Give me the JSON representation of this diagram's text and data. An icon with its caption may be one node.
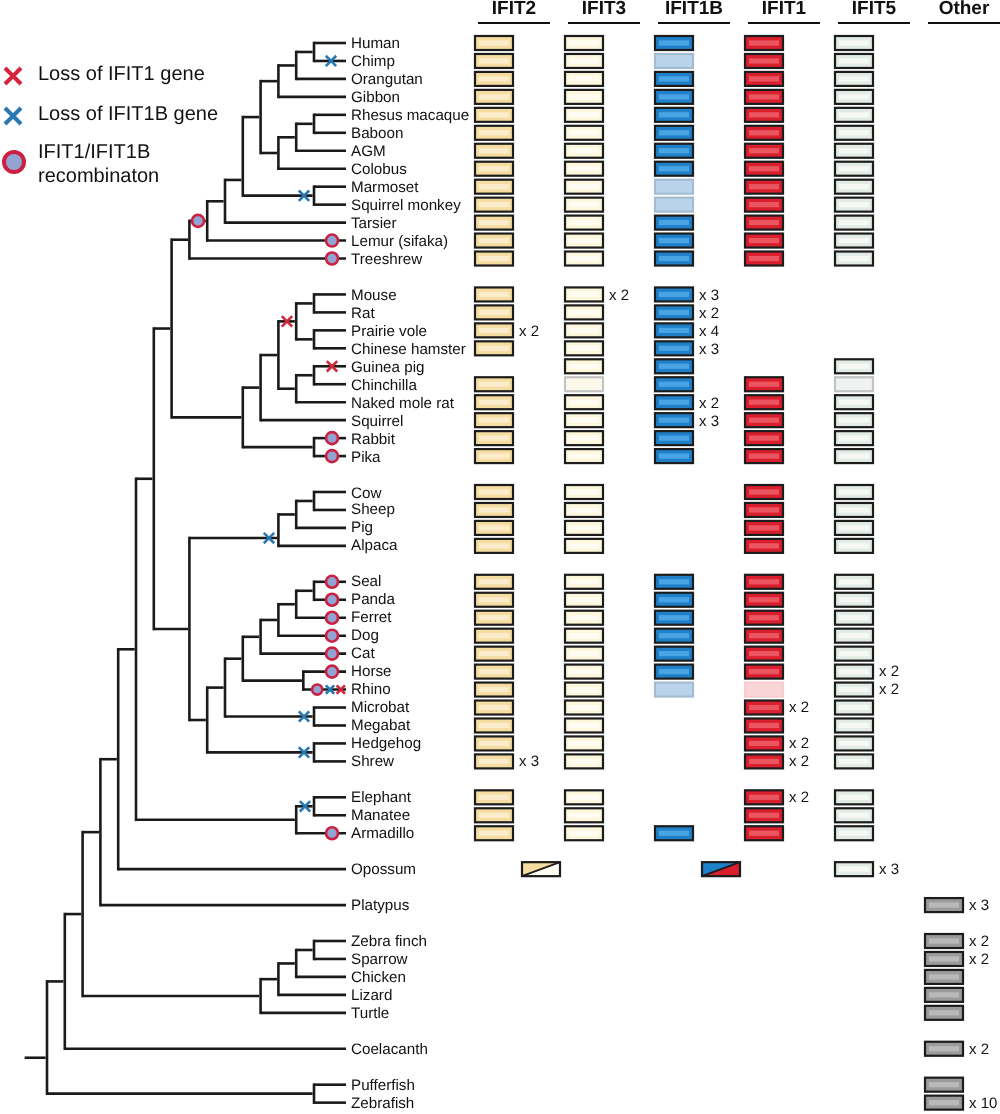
{
  "diagram": {
    "nodes": [
      {
        "text": [
          "Human"
        ]
      },
      {
        "text": [
          "Chimp"
        ]
      },
      {
        "text": [
          "Orangutan"
        ]
      },
      {
        "text": [
          "Gibbon"
        ]
      },
      {
        "text": [
          "Rhesus macaque"
        ]
      },
      {
        "text": [
          "Baboon"
        ]
      },
      {
        "text": [
          "AGM"
        ]
      },
      {
        "text": [
          "Colobus"
        ]
      },
      {
        "text": [
          "Marmoset"
        ]
      },
      {
        "text": [
          "Squirrel monkey"
        ]
      },
      {
        "text": [
          "Tarsier"
        ]
      },
      {
        "text": [
          "Lemur (sifaka)"
        ]
      },
      {
        "text": [
          "Treeshrew"
        ]
      },
      {
        "text": [
          "Mouse"
        ]
      },
      {
        "text": [
          "Rat"
        ]
      },
      {
        "text": [
          "Prairie vole"
        ]
      },
      {
        "text": [
          "Chinese hamster"
        ]
      },
      {
        "text": [
          "Guinea pig"
        ]
      },
      {
        "text": [
          "Chinchilla"
        ]
      },
      {
        "text": [
          "Naked mole rat"
        ]
      },
      {
        "text": [
          "Squirrel"
        ]
      },
      {
        "text": [
          "Rabbit"
        ]
      },
      {
        "text": [
          "Pika"
        ]
      },
      {
        "text": [
          "Cow"
        ]
      },
      {
        "text": [
          "Sheep"
        ]
      },
      {
        "text": [
          "Pig"
        ]
      },
      {
        "text": [
          "Alpaca"
        ]
      },
      {
        "text": [
          "Seal"
        ]
      },
      {
        "text": [
          "Panda"
        ]
      },
      {
        "text": [
          "Ferret"
        ]
      },
      {
        "text": [
          "Dog"
        ]
      },
      {
        "text": [
          "Cat"
        ]
      },
      {
        "text": [
          "Horse"
        ]
      },
      {
        "text": [
          "Rhino"
        ]
      },
      {
        "text": [
          "Microbat"
        ]
      },
      {
        "text": [
          "Megabat"
        ]
      },
      {
        "text": [
          "Hedgehog"
        ]
      },
      {
        "text": [
          "Shrew"
        ]
      },
      {
        "text": [
          "Elephant"
        ]
      },
      {
        "text": [
          "Manatee"
        ]
      },
      {
        "text": [
          "Armadillo"
        ]
      },
      {
        "text": [
          "Opossum"
        ]
      },
      {
        "text": [
          "Platypus"
        ]
      },
      {
        "text": [
          "Zebra finch"
        ]
      },
      {
        "text": [
          "Sparrow"
        ]
      },
      {
        "text": [
          "Chicken"
        ]
      },
      {
        "text": [
          "Lizard"
        ]
      },
      {
        "text": [
          "Turtle"
        ]
      },
      {
        "text": [
          "Coelacanth"
        ]
      },
      {
        "text": [
          "Pufferfish"
        ]
      },
      {
        "text": [
          "Zebrafish"
        ]
      },
      {
        "text": [],
        "shape": "bar"
      },
      {
        "text": [],
        "shape": "bar"
      },
      {
        "text": [],
        "shape": "bar"
      },
      {
        "text": [],
        "shape": "bar"
      },
      {
        "text": [],
        "shape": "bar"
      },
      {
        "text": [],
        "shape": "bar"
      },
      {
        "text": [],
        "shape": "bar"
      },
      {
        "text": [],
        "shape": "bar"
      },
      {
        "text": [],
        "shape": "bar"
      },
      {
        "text": [],
        "shape": "bar"
      },
      {
        "text": [],
        "shape": "bar"
      },
      {
        "text": [],
        "shape": "bar"
      },
      {
        "text": [],
        "shape": "bar"
      },
      {
        "text": [],
        "shape": "bar"
      },
      {
        "text": [],
        "shape": "bar"
      },
      {
        "text": [],
        "shape": "bar"
      },
      {
        "text": [],
        "shape": "bar"
      },
      {
        "text": [],
        "shape": "bar"
      },
      {
        "text": [],
        "shape": "bar"
      },
      {
        "text": [],
        "shape": "bar"
      },
      {
        "text": [],
        "shape": "bar"
      },
      {
        "text": [],
        "shape": "bar"
      },
      {
        "text": [],
        "shape": "bar"
      },
      {
        "text": [],
        "shape": "bar"
      },
      {
        "text": [],
        "shape": "bar"
      },
      {
        "text": [],
        "shape": "bar"
      },
      {
        "text": [],
        "shape": "bar"
      },
      {
        "text": [],
        "shape": "bar"
      },
      {
        "text": [],
        "shape": "bar"
      },
      {
        "text": [],
        "shape": "bar"
      },
      {
        "text": [],
        "shape": "bar"
      },
      {
        "text": [],
        "shape": "bar"
      },
      {
        "text": [],
        "shape": "bar"
      },
      {
        "text": [],
        "shape": "bar"
      },
      {
        "text": [],
        "shape": "bar"
      },
      {
        "text": [],
        "shape": "bar"
      },
      {
        "text": [],
        "shape": "bar"
      },
      {
        "text": [],
        "shape": "bar"
      },
      {
        "text": [],
        "shape": "bar"
      },
      {
        "text": [],
        "shape": "bar"
      },
      {
        "text": [],
        "shape": "bar"
      },
      {
        "text": [],
        "shape": "bar"
      },
      {
        "text": [],
        "shape": "bar"
      },
      {
        "text": [],
        "shape": "bar"
      },
      {
        "text": [],
        "shape": "bar"
      },
      {
        "text": [],
        "shape": "bar"
      },
      {
        "text": [],
        "shape": "bar"
      },
      {
        "text": [],
        "shape": "bar"
      },
      {
        "text": [],
        "shape": "bar"
      },
      {
        "text": [],
        "shape": "bar"
      }
    ],
    "edges": [
      {
        "from": null,
        "to": 51,
        "arrow": "none"
      },
      {
        "from": 51,
        "to": 52,
        "arrow": "none"
      },
      {
        "from": 51,
        "to": 100,
        "arrow": "none"
      },
      {
        "from": 52,
        "to": 53,
        "arrow": "none"
      },
      {
        "from": 52,
        "to": 48,
        "arrow": "none"
      },
      {
        "from": 53,
        "to": 54,
        "arrow": "none"
      },
      {
        "from": 53,
        "to": 96,
        "arrow": "none"
      },
      {
        "from": 54,
        "to": 55,
        "arrow": "none"
      },
      {
        "from": 54,
        "to": 42,
        "arrow": "none"
      },
      {
        "from": 55,
        "to": 56,
        "arrow": "none"
      },
      {
        "from": 55,
        "to": 41,
        "arrow": "none"
      },
      {
        "from": 56,
        "to": 57,
        "arrow": "none"
      },
      {
        "from": 56,
        "to": 94,
        "arrow": "none"
      },
      {
        "from": 57,
        "to": 58,
        "arrow": "none"
      },
      {
        "from": 57,
        "to": 80,
        "arrow": "none"
      },
      {
        "from": 58,
        "to": 59,
        "arrow": "none"
      },
      {
        "from": 58,
        "to": 71,
        "arrow": "none"
      },
      {
        "from": 59,
        "to": 60,
        "arrow": "none"
      },
      {
        "from": 59,
        "to": 12,
        "arrow": "none"
      },
      {
        "from": 60,
        "to": 61,
        "arrow": "none"
      },
      {
        "from": 60,
        "to": 11,
        "arrow": "none"
      },
      {
        "from": 61,
        "to": 62,
        "arrow": "none"
      },
      {
        "from": 61,
        "to": 10,
        "arrow": "none"
      },
      {
        "from": 62,
        "to": 63,
        "arrow": "none"
      },
      {
        "from": 62,
        "to": 70,
        "arrow": "none"
      },
      {
        "from": 63,
        "to": 64,
        "arrow": "none"
      },
      {
        "from": 63,
        "to": 67,
        "arrow": "none"
      },
      {
        "from": 64,
        "to": 65,
        "arrow": "none"
      },
      {
        "from": 64,
        "to": 3,
        "arrow": "none"
      },
      {
        "from": 65,
        "to": 66,
        "arrow": "none"
      },
      {
        "from": 65,
        "to": 2,
        "arrow": "none"
      },
      {
        "from": 66,
        "to": 0,
        "arrow": "none"
      },
      {
        "from": 66,
        "to": 1,
        "arrow": "none"
      },
      {
        "from": 67,
        "to": 68,
        "arrow": "none"
      },
      {
        "from": 67,
        "to": 7,
        "arrow": "none"
      },
      {
        "from": 68,
        "to": 69,
        "arrow": "none"
      },
      {
        "from": 68,
        "to": 6,
        "arrow": "none"
      },
      {
        "from": 69,
        "to": 4,
        "arrow": "none"
      },
      {
        "from": 69,
        "to": 5,
        "arrow": "none"
      },
      {
        "from": 70,
        "to": 8,
        "arrow": "none"
      },
      {
        "from": 70,
        "to": 9,
        "arrow": "none"
      },
      {
        "from": 71,
        "to": 72,
        "arrow": "none"
      },
      {
        "from": 71,
        "to": 79,
        "arrow": "none"
      },
      {
        "from": 72,
        "to": 73,
        "arrow": "none"
      },
      {
        "from": 72,
        "to": 20,
        "arrow": "none"
      },
      {
        "from": 73,
        "to": 74,
        "arrow": "none"
      },
      {
        "from": 73,
        "to": 77,
        "arrow": "none"
      },
      {
        "from": 74,
        "to": 75,
        "arrow": "none"
      },
      {
        "from": 74,
        "to": 76,
        "arrow": "none"
      },
      {
        "from": 75,
        "to": 13,
        "arrow": "none"
      },
      {
        "from": 75,
        "to": 14,
        "arrow": "none"
      },
      {
        "from": 76,
        "to": 15,
        "arrow": "none"
      },
      {
        "from": 76,
        "to": 16,
        "arrow": "none"
      },
      {
        "from": 77,
        "to": 78,
        "arrow": "none"
      },
      {
        "from": 77,
        "to": 19,
        "arrow": "none"
      },
      {
        "from": 78,
        "to": 17,
        "arrow": "none"
      },
      {
        "from": 78,
        "to": 18,
        "arrow": "none"
      },
      {
        "from": 79,
        "to": 21,
        "arrow": "none"
      },
      {
        "from": 79,
        "to": 22,
        "arrow": "none"
      },
      {
        "from": 80,
        "to": 81,
        "arrow": "none"
      },
      {
        "from": 80,
        "to": 84,
        "arrow": "none"
      },
      {
        "from": 81,
        "to": 82,
        "arrow": "none"
      },
      {
        "from": 81,
        "to": 26,
        "arrow": "none"
      },
      {
        "from": 82,
        "to": 83,
        "arrow": "none"
      },
      {
        "from": 82,
        "to": 25,
        "arrow": "none"
      },
      {
        "from": 83,
        "to": 23,
        "arrow": "none"
      },
      {
        "from": 83,
        "to": 24,
        "arrow": "none"
      },
      {
        "from": 84,
        "to": 85,
        "arrow": "none"
      },
      {
        "from": 84,
        "to": 93,
        "arrow": "none"
      },
      {
        "from": 85,
        "to": 86,
        "arrow": "none"
      },
      {
        "from": 85,
        "to": 92,
        "arrow": "none"
      },
      {
        "from": 86,
        "to": 87,
        "arrow": "none"
      },
      {
        "from": 86,
        "to": 91,
        "arrow": "none"
      },
      {
        "from": 87,
        "to": 88,
        "arrow": "none"
      },
      {
        "from": 87,
        "to": 31,
        "arrow": "none"
      },
      {
        "from": 88,
        "to": 89,
        "arrow": "none"
      },
      {
        "from": 88,
        "to": 30,
        "arrow": "none"
      },
      {
        "from": 89,
        "to": 90,
        "arrow": "none"
      },
      {
        "from": 89,
        "to": 29,
        "arrow": "none"
      },
      {
        "from": 90,
        "to": 27,
        "arrow": "none"
      },
      {
        "from": 90,
        "to": 28,
        "arrow": "none"
      },
      {
        "from": 91,
        "to": 32,
        "arrow": "none"
      },
      {
        "from": 91,
        "to": 33,
        "arrow": "none"
      },
      {
        "from": 92,
        "to": 34,
        "arrow": "none"
      },
      {
        "from": 92,
        "to": 35,
        "arrow": "none"
      },
      {
        "from": 93,
        "to": 36,
        "arrow": "none"
      },
      {
        "from": 93,
        "to": 37,
        "arrow": "none"
      },
      {
        "from": 94,
        "to": 95,
        "arrow": "none"
      },
      {
        "from": 94,
        "to": 40,
        "arrow": "none"
      },
      {
        "from": 95,
        "to": 38,
        "arrow": "none"
      },
      {
        "from": 95,
        "to": 39,
        "arrow": "none"
      },
      {
        "from": 96,
        "to": 97,
        "arrow": "none"
      },
      {
        "from": 96,
        "to": 47,
        "arrow": "none"
      },
      {
        "from": 97,
        "to": 98,
        "arrow": "none"
      },
      {
        "from": 97,
        "to": 46,
        "arrow": "none"
      },
      {
        "from": 98,
        "to": 99,
        "arrow": "none"
      },
      {
        "from": 98,
        "to": 45,
        "arrow": "none"
      },
      {
        "from": 99,
        "to": 43,
        "arrow": "none"
      },
      {
        "from": 99,
        "to": 44,
        "arrow": "none"
      },
      {
        "from": 100,
        "to": 49,
        "arrow": "none"
      },
      {
        "from": 100,
        "to": 50,
        "arrow": "none"
      }
    ],
    "labels": [
      "IFIT2",
      "IFIT3",
      "IFIT1B",
      "IFIT1",
      "IFIT5",
      "Other",
      "x 2",
      "x 3",
      "x 2",
      "x 2",
      "x 4",
      "x 3",
      "x 2",
      "x 3",
      "x 2",
      "x 2",
      "x 2",
      "x 2",
      "x 3",
      "x 2",
      "x 2",
      "x 3",
      "x 3",
      "x 2",
      "x 2",
      "x 2",
      "x 10"
    ],
    "legend": [
      {
        "text": "Loss of IFIT1 gene"
      },
      {
        "text": "Loss of IFIT1B gene"
      },
      {
        "text": "IFIT1/IFIT1B recombinaton"
      }
    ]
  }
}
